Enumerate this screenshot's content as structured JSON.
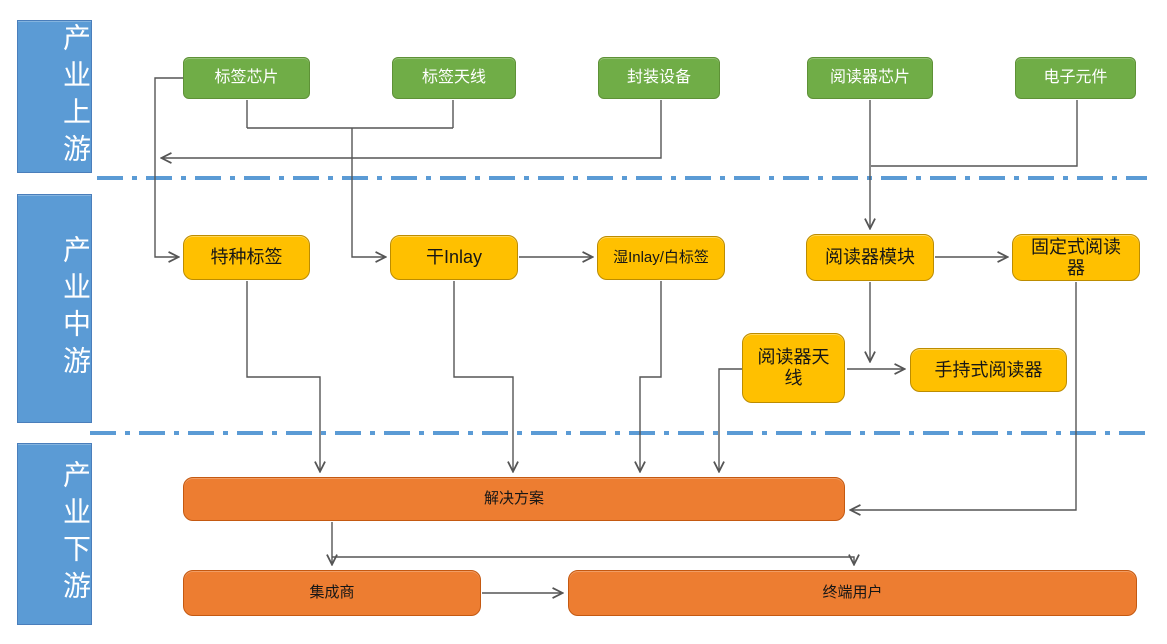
{
  "lanes": [
    {
      "label": "产业上游"
    },
    {
      "label": "产业中游"
    },
    {
      "label": "产业下游"
    }
  ],
  "upstream": [
    {
      "label": "标签芯片"
    },
    {
      "label": "标签天线"
    },
    {
      "label": "封装设备"
    },
    {
      "label": "阅读器芯片"
    },
    {
      "label": "电子元件"
    }
  ],
  "midstream": [
    {
      "label": "特种标签"
    },
    {
      "label": "干Inlay"
    },
    {
      "label": "湿Inlay/白标签"
    },
    {
      "label": "阅读器模块"
    },
    {
      "label": "固定式阅读器"
    },
    {
      "label": "阅读器天线"
    },
    {
      "label": "手持式阅读器"
    }
  ],
  "downstream": [
    {
      "label": "解决方案"
    },
    {
      "label": "集成商"
    },
    {
      "label": "终端用户"
    }
  ],
  "colors": {
    "lane_blue": "#5B9BD5",
    "lane_border": "#4A7EBB",
    "upstream_green": "#70AD47",
    "upstream_green_border": "#5E9137",
    "midstream_yellow": "#FFC000",
    "midstream_yellow_border": "#BC8C00",
    "downstream_orange": "#ED7D31",
    "downstream_orange_border": "#C45911",
    "divider_blue": "#5B9BD5",
    "connector_gray": "#555555"
  }
}
